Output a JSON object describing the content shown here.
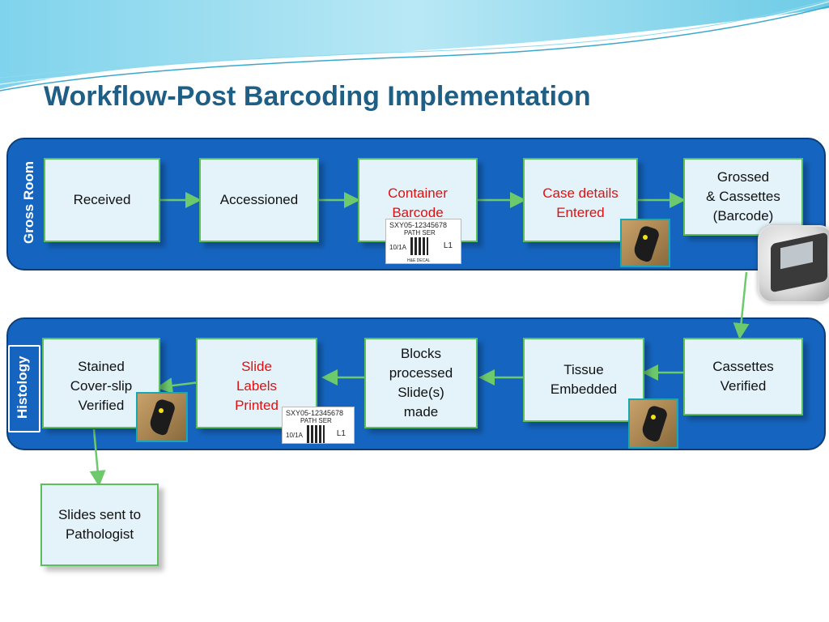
{
  "title": "Workflow-Post Barcoding Implementation",
  "colors": {
    "title": "#1f5f86",
    "band": "#1565c0",
    "box_fill": "#e4f3fa",
    "box_border": "#5bbf5b",
    "arrow": "#6cc96c",
    "red_text": "#e01010"
  },
  "gross_room": {
    "label": "Gross Room",
    "steps": [
      {
        "text": "Received",
        "highlight": false
      },
      {
        "text": "Accessioned",
        "highlight": false
      },
      {
        "text": "Container\nBarcode",
        "highlight": true
      },
      {
        "text": "Case details\nEntered",
        "highlight": true
      },
      {
        "text": "Grossed\n& Cassettes\n(Barcode)",
        "highlight": false
      }
    ]
  },
  "histology": {
    "label": "Histology",
    "steps": [
      {
        "text": "Stained\nCover-slip\nVerified",
        "highlight": false
      },
      {
        "text": "Slide\nLabels\nPrinted",
        "highlight": true
      },
      {
        "text": "Blocks\nprocessed\nSlide(s)\nmade",
        "highlight": false
      },
      {
        "text": "Tissue\nEmbedded",
        "highlight": false
      },
      {
        "text": "Cassettes\nVerified",
        "highlight": false
      }
    ]
  },
  "final_step": {
    "text": "Slides sent to\nPathologist"
  },
  "barcode_labels": {
    "container": {
      "line1": "SXY05-12345678",
      "line2": "PATH SER",
      "line3": "10/1A",
      "line4": "L1",
      "line5": "H&E DECAL"
    },
    "slide": {
      "line1": "SXY05-12345678",
      "line2": "PATH SER",
      "line3": "10/1A",
      "line4": "L1"
    }
  },
  "icons": {
    "scanner": "barcode-scanner-icon",
    "printer": "cassette-printer-icon"
  }
}
